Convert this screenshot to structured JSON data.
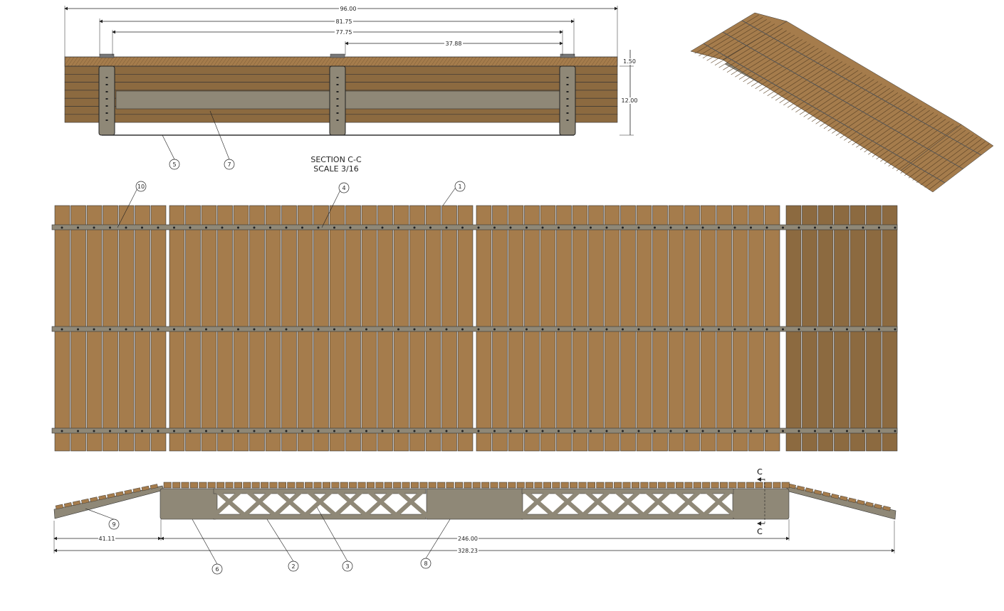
{
  "section_view": {
    "dimensions": [
      "96.00",
      "81.75",
      "77.75",
      "37.88",
      "1.50",
      "12.00"
    ],
    "title": "SECTION C-C",
    "scale": "SCALE 3/16",
    "callouts": [
      "5",
      "7"
    ]
  },
  "plan_view": {
    "callouts": [
      "10",
      "4",
      "1"
    ]
  },
  "elevation_view": {
    "dimensions": [
      "41.11",
      "246.00",
      "328.23"
    ],
    "section_marker": "C",
    "callouts": [
      "9",
      "6",
      "2",
      "3",
      "8"
    ]
  },
  "colors": {
    "wood": "#a57c4c",
    "wood_dark": "#8c6a40",
    "steel": "#8f8877",
    "line": "#222222"
  }
}
